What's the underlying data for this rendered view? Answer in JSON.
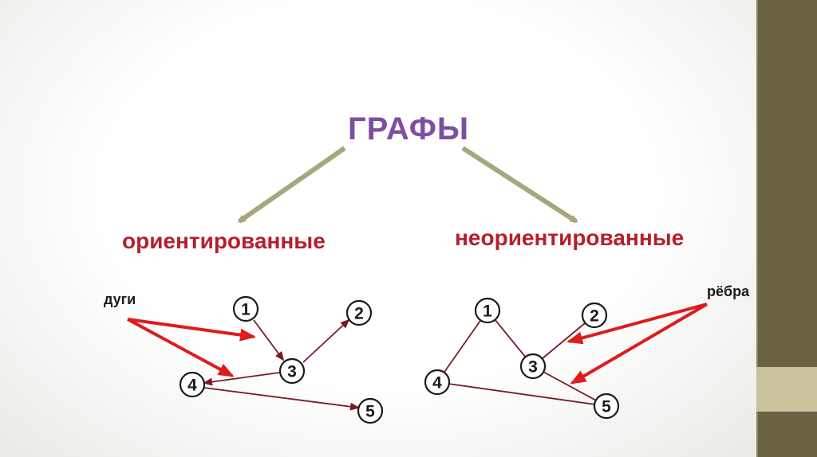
{
  "title": "ГРАФЫ",
  "directed": {
    "label": "ориентированные",
    "annotation": "дуги",
    "nodes": [
      "1",
      "2",
      "3",
      "4",
      "5"
    ],
    "arcs": [
      [
        "1",
        "3"
      ],
      [
        "3",
        "2"
      ],
      [
        "3",
        "4"
      ],
      [
        "4",
        "5"
      ]
    ]
  },
  "undirected": {
    "label": "неориентированные",
    "annotation": "рёбра",
    "nodes": [
      "1",
      "2",
      "3",
      "4",
      "5"
    ],
    "edges": [
      [
        "1",
        "3"
      ],
      [
        "1",
        "4"
      ],
      [
        "2",
        "3"
      ],
      [
        "3",
        "5"
      ],
      [
        "4",
        "5"
      ]
    ]
  },
  "colors": {
    "title": "#7e4fa0",
    "category_label": "#b51f2b",
    "tree_arrow": "#a7a77c",
    "graph_edge": "#7a1a24",
    "pointer_arrow": "#e01b1b",
    "side_strip": "#6b6244",
    "side_accent": "#c9c19a"
  }
}
